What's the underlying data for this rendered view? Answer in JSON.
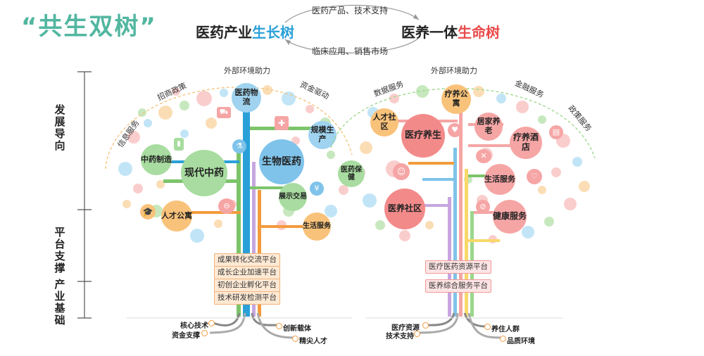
{
  "title": "“共生双树”",
  "header": {
    "left_title_a": "医药产业",
    "left_title_b": "生长树",
    "right_title_a": "医养一体",
    "right_title_b": "生命树",
    "top_arrow": "医药产品、技术支持",
    "bottom_arrow": "临床应用、销售市场"
  },
  "axis": {
    "dev": "发展导向",
    "platform": "平台支撑",
    "base": "产业基础"
  },
  "left_tree": {
    "arc_top": "外部环境助力",
    "arc_items": [
      "招商政策",
      "资金驱动",
      "信息服务"
    ],
    "nodes": {
      "n1": "医药物流",
      "n2": "规模生产",
      "n3": "中药制造",
      "n4": "现代中药",
      "n5": "生物医药",
      "n6": "展示交易",
      "n7": "人才公寓",
      "n8": "生活服务",
      "n9": "医药保健"
    },
    "platforms": [
      "成果转化交流平台",
      "成长企业加速平台",
      "初创企业孵化平台",
      "技术研发检测平台"
    ],
    "roots": [
      "核心技术",
      "资金支撑",
      "创新载体",
      "精尖人才"
    ]
  },
  "right_tree": {
    "arc_top": "外部环境助力",
    "arc_items": [
      "数据服务",
      "金融服务",
      "政策服务"
    ],
    "nodes": {
      "n1": "人才社区",
      "n2": "疗养公寓",
      "n3": "医疗养生",
      "n4": "居家养老",
      "n5": "疗养酒店",
      "n6": "生活服务",
      "n7": "医养社区",
      "n8": "健康服务"
    },
    "platforms": [
      "医疗医药资源平台",
      "医养综合服务平台"
    ],
    "roots": [
      "医疗资源",
      "技术支持",
      "养住人群",
      "品质环境"
    ]
  },
  "colors": {
    "teal": "#52b6a0",
    "blue": "#2aa0d8",
    "red": "#e94b4b",
    "orange": "#f39b3d",
    "green": "#7cc46a"
  }
}
